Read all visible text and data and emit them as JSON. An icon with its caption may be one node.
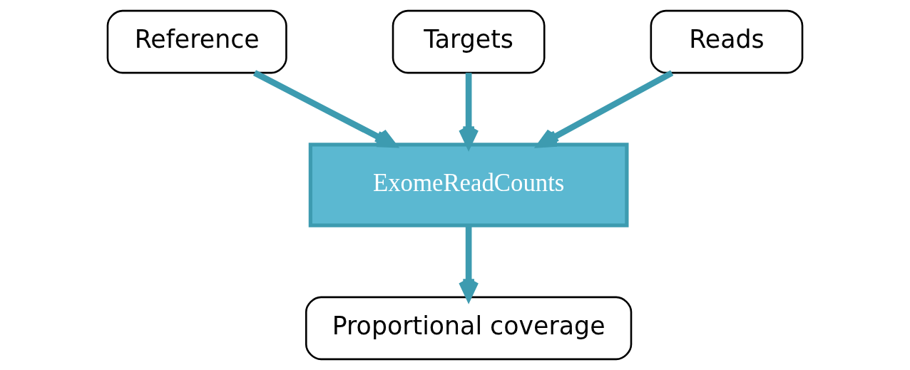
{
  "diagram": {
    "nodes": [
      {
        "text": [
          "Reference"
        ]
      },
      {
        "text": [
          "Targets"
        ]
      },
      {
        "text": [
          "Reads"
        ]
      },
      {
        "text": [
          "ExomeReadCounts"
        ]
      },
      {
        "text": [
          "Proportional coverage"
        ]
      }
    ],
    "edges": [
      {
        "from": 0,
        "to": 3,
        "arrow": "to"
      },
      {
        "from": 1,
        "to": 3,
        "arrow": "to"
      },
      {
        "from": 2,
        "to": 3,
        "arrow": "to"
      },
      {
        "from": 3,
        "to": 4,
        "arrow": "to"
      }
    ]
  }
}
